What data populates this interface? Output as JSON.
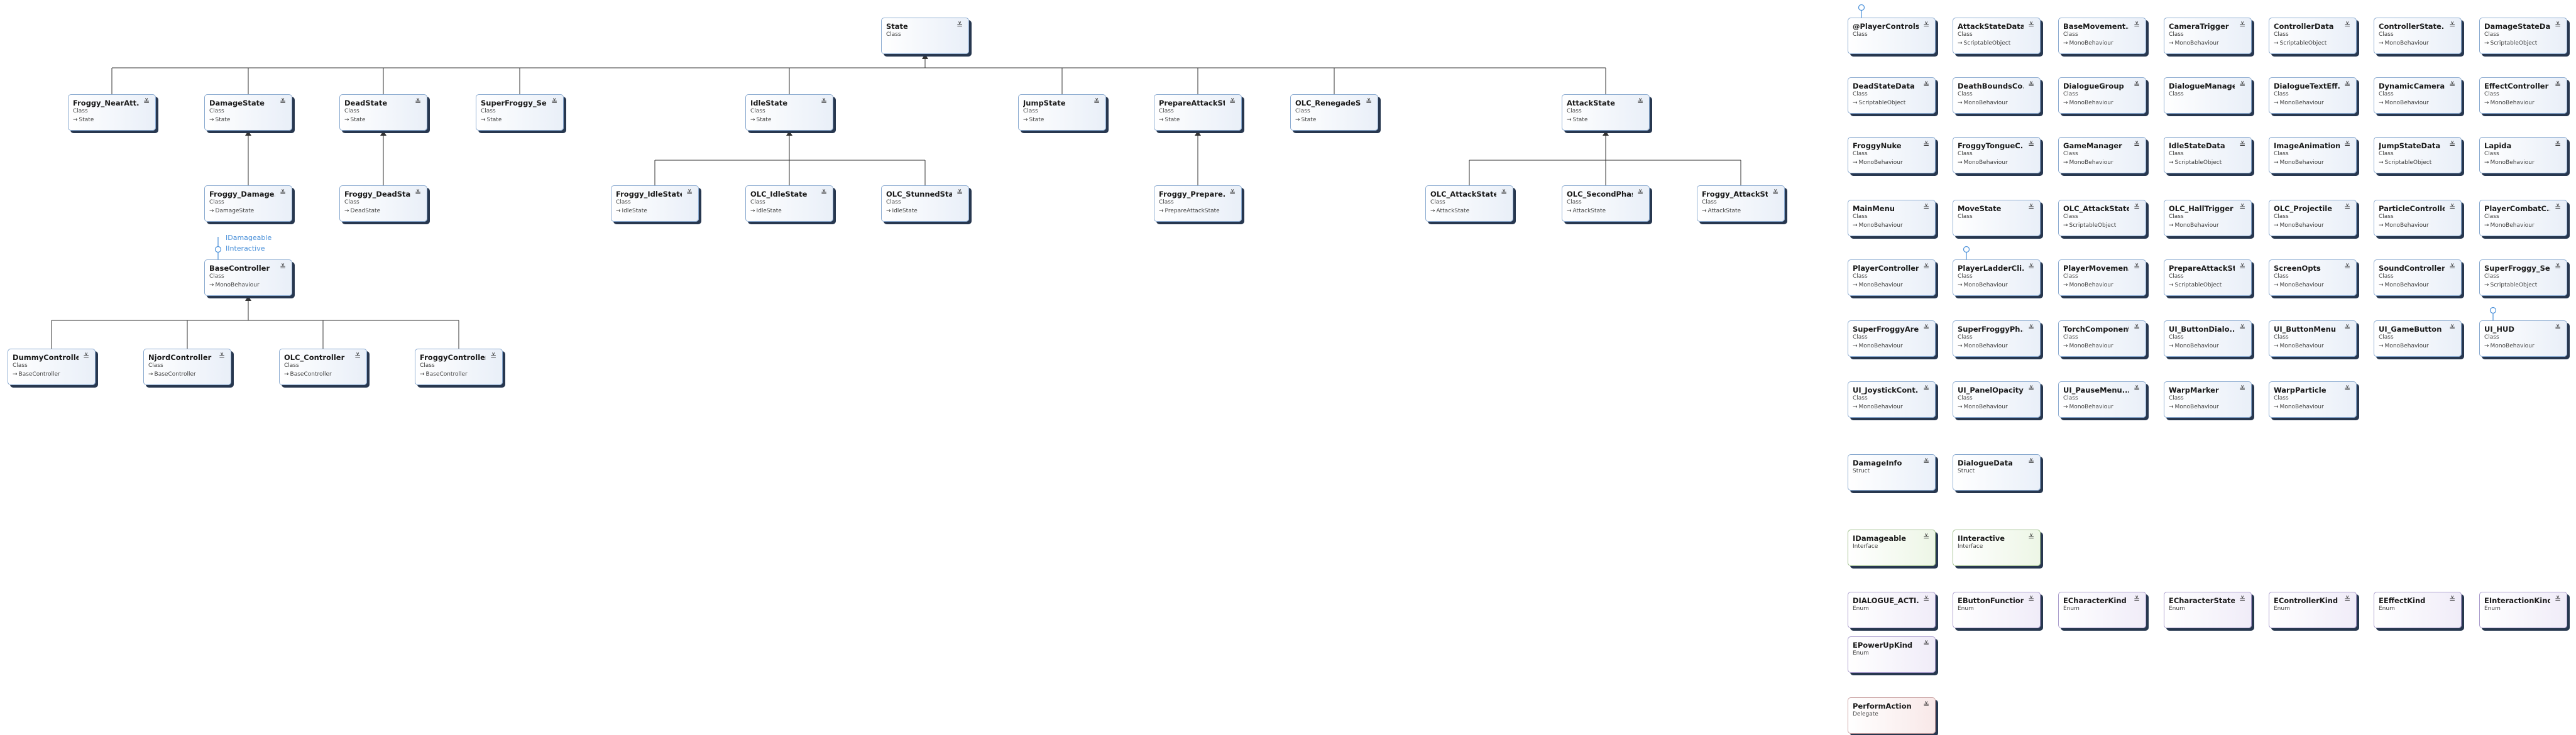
{
  "colors": {
    "border": "#8aaad0",
    "shadow": "#27374f",
    "connector": "#333333",
    "lollipop": "#4a90d9",
    "class_fill": "#e9eff8",
    "interface_fill": "#edf6e6",
    "enum_fill": "#f0ecf8",
    "delegate_fill": "#f8e8e8"
  },
  "icons": {
    "inherit": "arrow-right-icon",
    "expand": "chevron-down-icon",
    "implements": "lollipop-icon"
  },
  "symbols": {
    "base_arrow": "→",
    "expand": "≚"
  },
  "interface_notes": {
    "base_controller": [
      "IDamageable",
      "IInteractive"
    ]
  },
  "types": [
    {
      "name": "State",
      "kind": "Class",
      "base": ""
    },
    {
      "name": "Froggy_NearAtt...",
      "kind": "Class",
      "base": "State"
    },
    {
      "name": "DamageState",
      "kind": "Class",
      "base": "State"
    },
    {
      "name": "DeadState",
      "kind": "Class",
      "base": "State"
    },
    {
      "name": "SuperFroggy_Se...",
      "kind": "Class",
      "base": "State"
    },
    {
      "name": "IdleState",
      "kind": "Class",
      "base": "State"
    },
    {
      "name": "JumpState",
      "kind": "Class",
      "base": "State"
    },
    {
      "name": "PrepareAttackSt...",
      "kind": "Class",
      "base": "State"
    },
    {
      "name": "OLC_RenegadeS...",
      "kind": "Class",
      "base": "State"
    },
    {
      "name": "AttackState",
      "kind": "Class",
      "base": "State"
    },
    {
      "name": "Froggy_Damage...",
      "kind": "Class",
      "base": "DamageState"
    },
    {
      "name": "Froggy_DeadState",
      "kind": "Class",
      "base": "DeadState"
    },
    {
      "name": "Froggy_IdleState",
      "kind": "Class",
      "base": "IdleState"
    },
    {
      "name": "OLC_IdleState",
      "kind": "Class",
      "base": "IdleState"
    },
    {
      "name": "OLC_StunnedState",
      "kind": "Class",
      "base": "IdleState"
    },
    {
      "name": "Froggy_Prepare...",
      "kind": "Class",
      "base": "PrepareAttackState"
    },
    {
      "name": "OLC_AttackState",
      "kind": "Class",
      "base": "AttackState"
    },
    {
      "name": "OLC_SecondPhase",
      "kind": "Class",
      "base": "AttackState"
    },
    {
      "name": "Froggy_AttackSt...",
      "kind": "Class",
      "base": "AttackState"
    },
    {
      "name": "BaseController",
      "kind": "Class",
      "base": "MonoBehaviour"
    },
    {
      "name": "DummyController",
      "kind": "Class",
      "base": "BaseController"
    },
    {
      "name": "NjordController",
      "kind": "Class",
      "base": "BaseController"
    },
    {
      "name": "OLC_Controller",
      "kind": "Class",
      "base": "BaseController"
    },
    {
      "name": "FroggyController",
      "kind": "Class",
      "base": "BaseController"
    },
    {
      "name": "@PlayerControls",
      "kind": "Class",
      "base": ""
    },
    {
      "name": "AttackStateData",
      "kind": "Class",
      "base": "ScriptableObject"
    },
    {
      "name": "BaseMovement...",
      "kind": "Class",
      "base": "MonoBehaviour"
    },
    {
      "name": "CameraTrigger",
      "kind": "Class",
      "base": "MonoBehaviour"
    },
    {
      "name": "ControllerData",
      "kind": "Class",
      "base": "ScriptableObject"
    },
    {
      "name": "ControllerState...",
      "kind": "Class",
      "base": "MonoBehaviour"
    },
    {
      "name": "DamageStateData",
      "kind": "Class",
      "base": "ScriptableObject"
    },
    {
      "name": "DeadStateData",
      "kind": "Class",
      "base": "ScriptableObject"
    },
    {
      "name": "DeathBoundsCo...",
      "kind": "Class",
      "base": "MonoBehaviour"
    },
    {
      "name": "DialogueGroup",
      "kind": "Class",
      "base": "MonoBehaviour"
    },
    {
      "name": "DialogueManager",
      "kind": "Class",
      "base": ""
    },
    {
      "name": "DialogueTextEff...",
      "kind": "Class",
      "base": "MonoBehaviour"
    },
    {
      "name": "DynamicCamera",
      "kind": "Class",
      "base": "MonoBehaviour"
    },
    {
      "name": "EffectController",
      "kind": "Class",
      "base": "MonoBehaviour"
    },
    {
      "name": "FroggyNuke",
      "kind": "Class",
      "base": "MonoBehaviour"
    },
    {
      "name": "FroggyTongueC...",
      "kind": "Class",
      "base": "MonoBehaviour"
    },
    {
      "name": "GameManager",
      "kind": "Class",
      "base": "MonoBehaviour"
    },
    {
      "name": "IdleStateData",
      "kind": "Class",
      "base": "ScriptableObject"
    },
    {
      "name": "ImageAnimation",
      "kind": "Class",
      "base": "MonoBehaviour"
    },
    {
      "name": "JumpStateData",
      "kind": "Class",
      "base": "ScriptableObject"
    },
    {
      "name": "Lapida",
      "kind": "Class",
      "base": "MonoBehaviour"
    },
    {
      "name": "MainMenu",
      "kind": "Class",
      "base": "MonoBehaviour"
    },
    {
      "name": "MoveState",
      "kind": "Class",
      "base": ""
    },
    {
      "name": "OLC_AttackState...",
      "kind": "Class",
      "base": "ScriptableObject"
    },
    {
      "name": "OLC_HallTrigger",
      "kind": "Class",
      "base": "MonoBehaviour"
    },
    {
      "name": "OLC_Projectile",
      "kind": "Class",
      "base": "MonoBehaviour"
    },
    {
      "name": "ParticleController",
      "kind": "Class",
      "base": "MonoBehaviour"
    },
    {
      "name": "PlayerCombatC...",
      "kind": "Class",
      "base": "MonoBehaviour"
    },
    {
      "name": "PlayerController",
      "kind": "Class",
      "base": "MonoBehaviour"
    },
    {
      "name": "PlayerLadderCli...",
      "kind": "Class",
      "base": "MonoBehaviour"
    },
    {
      "name": "PlayerMovemen...",
      "kind": "Class",
      "base": "MonoBehaviour"
    },
    {
      "name": "PrepareAttackSt...",
      "kind": "Class",
      "base": "ScriptableObject"
    },
    {
      "name": "ScreenOpts",
      "kind": "Class",
      "base": "MonoBehaviour"
    },
    {
      "name": "SoundController",
      "kind": "Class",
      "base": "MonoBehaviour"
    },
    {
      "name": "SuperFroggy_Se...",
      "kind": "Class",
      "base": "ScriptableObject"
    },
    {
      "name": "SuperFroggyAre...",
      "kind": "Class",
      "base": "MonoBehaviour"
    },
    {
      "name": "SuperFroggyPh...",
      "kind": "Class",
      "base": "MonoBehaviour"
    },
    {
      "name": "TorchComponent",
      "kind": "Class",
      "base": "MonoBehaviour"
    },
    {
      "name": "UI_ButtonDialo...",
      "kind": "Class",
      "base": "MonoBehaviour"
    },
    {
      "name": "UI_ButtonMenu",
      "kind": "Class",
      "base": "MonoBehaviour"
    },
    {
      "name": "UI_GameButton",
      "kind": "Class",
      "base": "MonoBehaviour"
    },
    {
      "name": "UI_HUD",
      "kind": "Class",
      "base": "MonoBehaviour"
    },
    {
      "name": "UI_JoystickCont...",
      "kind": "Class",
      "base": "MonoBehaviour"
    },
    {
      "name": "UI_PanelOpacity",
      "kind": "Class",
      "base": "MonoBehaviour"
    },
    {
      "name": "UI_PauseMenu...",
      "kind": "Class",
      "base": "MonoBehaviour"
    },
    {
      "name": "WarpMarker",
      "kind": "Class",
      "base": "MonoBehaviour"
    },
    {
      "name": "WarpParticle",
      "kind": "Class",
      "base": "MonoBehaviour"
    },
    {
      "name": "DamageInfo",
      "kind": "Struct",
      "base": ""
    },
    {
      "name": "DialogueData",
      "kind": "Struct",
      "base": ""
    },
    {
      "name": "IDamageable",
      "kind": "Interface",
      "base": ""
    },
    {
      "name": "IInteractive",
      "kind": "Interface",
      "base": ""
    },
    {
      "name": "DIALOGUE_ACTI...",
      "kind": "Enum",
      "base": ""
    },
    {
      "name": "EButtonFunction",
      "kind": "Enum",
      "base": ""
    },
    {
      "name": "ECharacterKind",
      "kind": "Enum",
      "base": ""
    },
    {
      "name": "ECharacterState",
      "kind": "Enum",
      "base": ""
    },
    {
      "name": "EControllerKind",
      "kind": "Enum",
      "base": ""
    },
    {
      "name": "EEffectKind",
      "kind": "Enum",
      "base": ""
    },
    {
      "name": "EInteractionKind",
      "kind": "Enum",
      "base": ""
    },
    {
      "name": "EPowerUpKind",
      "kind": "Enum",
      "base": ""
    },
    {
      "name": "PerformAction",
      "kind": "Delegate",
      "base": ""
    }
  ]
}
